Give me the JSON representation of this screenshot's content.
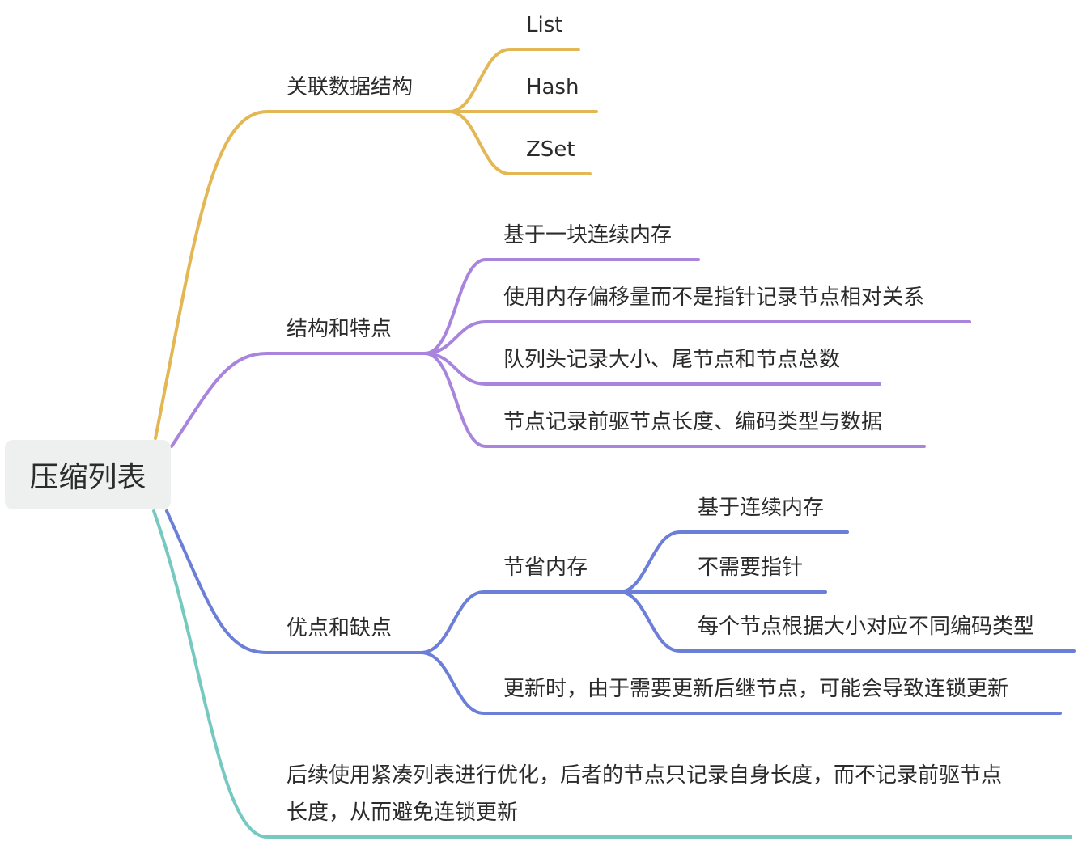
{
  "root": {
    "label": "压缩列表"
  },
  "colors": {
    "branch1": "#e3b753",
    "branch2": "#a884dd",
    "branch3": "#6b7fd8",
    "branch4": "#76c9c1",
    "root_bg": "#eef0ef",
    "text": "#2b2b2b"
  },
  "branches": [
    {
      "label": "关联数据结构",
      "children": [
        {
          "label": "List"
        },
        {
          "label": "Hash"
        },
        {
          "label": "ZSet"
        }
      ]
    },
    {
      "label": "结构和特点",
      "children": [
        {
          "label": "基于一块连续内存"
        },
        {
          "label": "使用内存偏移量而不是指针记录节点相对关系"
        },
        {
          "label": "队列头记录大小、尾节点和节点总数"
        },
        {
          "label": "节点记录前驱节点长度、编码类型与数据"
        }
      ]
    },
    {
      "label": "优点和缺点",
      "children": [
        {
          "label": "节省内存",
          "children": [
            {
              "label": "基于连续内存"
            },
            {
              "label": "不需要指针"
            },
            {
              "label": "每个节点根据大小对应不同编码类型"
            }
          ]
        },
        {
          "label": "更新时，由于需要更新后继节点，可能会导致连锁更新"
        }
      ]
    },
    {
      "lines": [
        "后续使用紧凑列表进行优化，后者的节点只记录自身长度，而不记录前驱节点",
        "长度，从而避免连锁更新"
      ]
    }
  ]
}
